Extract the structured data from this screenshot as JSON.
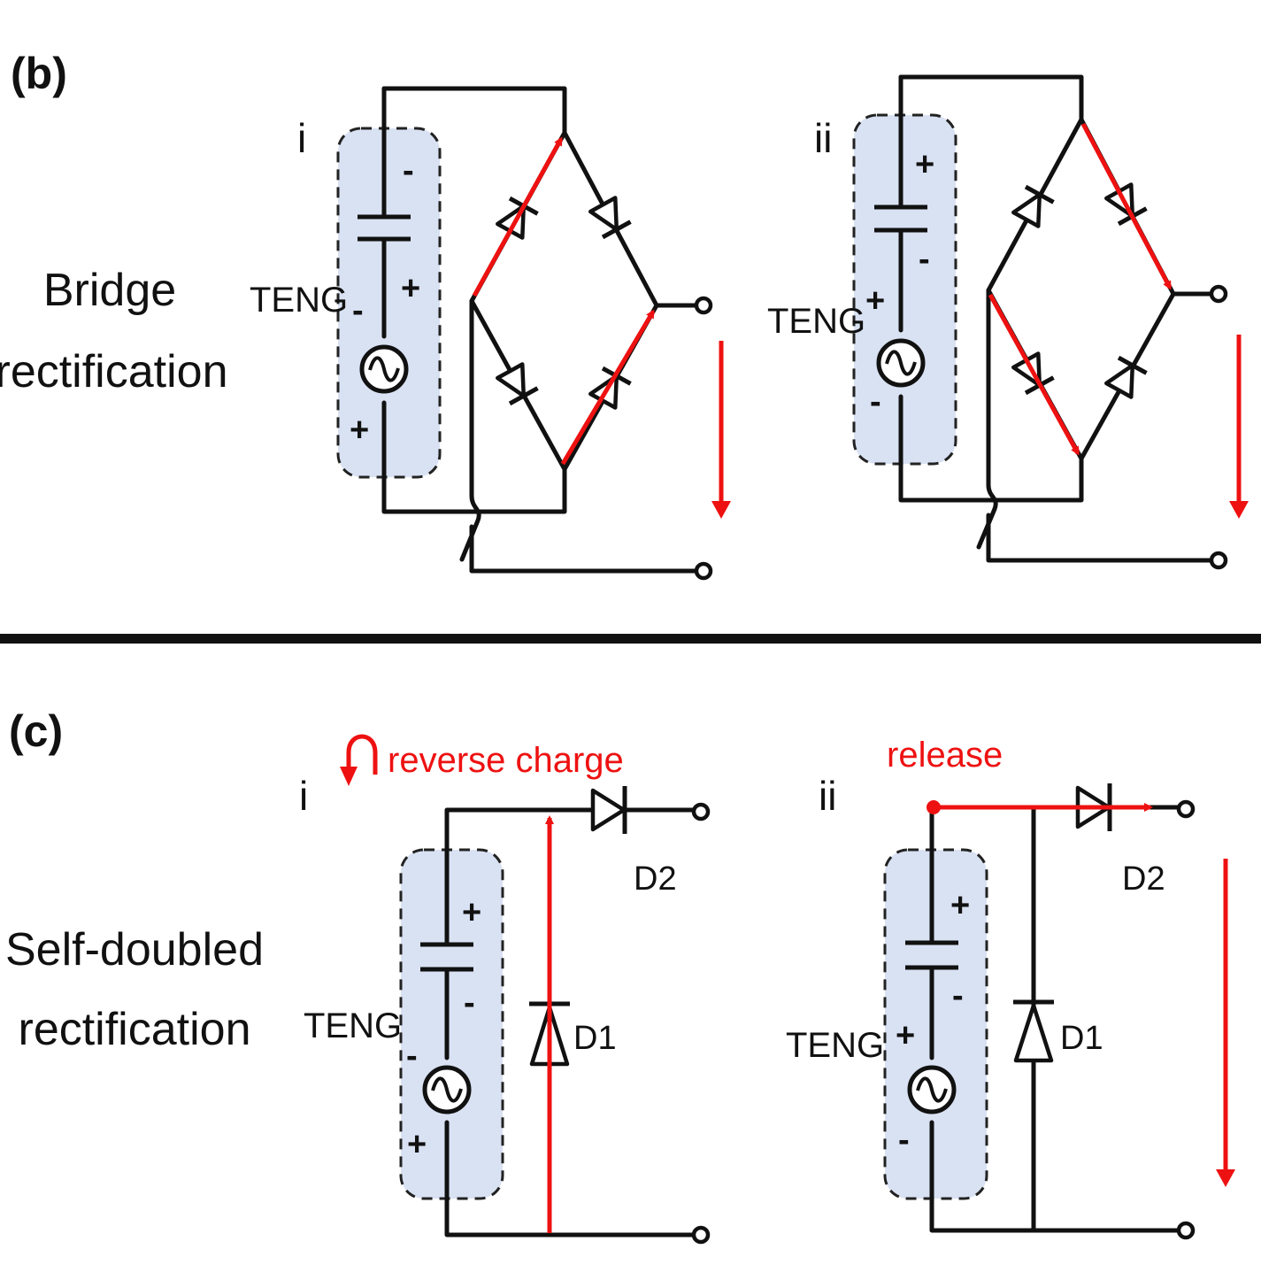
{
  "panel_b": {
    "tag": "(b)",
    "title_line1": "Bridge",
    "title_line2": "rectification",
    "circuit_i": {
      "label": "i",
      "source": "TENG",
      "cap_top": "-",
      "cap_bottom": "+",
      "src_top": "-",
      "src_bottom": "+"
    },
    "circuit_ii": {
      "label": "ii",
      "source": "TENG",
      "cap_top": "+",
      "cap_bottom": "-",
      "src_top": "+",
      "src_bottom": "-"
    }
  },
  "panel_c": {
    "tag": "(c)",
    "title_line1": "Self-doubled",
    "title_line2": "rectification",
    "circuit_i": {
      "label": "i",
      "annotation": "reverse charge",
      "source": "TENG",
      "d2": "D2",
      "d1": "D1",
      "cap_top": "+",
      "cap_bottom": "-",
      "src_top": "-",
      "src_bottom": "+"
    },
    "circuit_ii": {
      "label": "ii",
      "annotation": "release",
      "source": "TENG",
      "d2": "D2",
      "d1": "D1",
      "cap_top": "+",
      "cap_bottom": "-",
      "src_top": "+",
      "src_bottom": "-"
    }
  },
  "colors": {
    "current_path": "#ee1111",
    "teng_box": "#d9e2f3",
    "wire": "#111111"
  }
}
